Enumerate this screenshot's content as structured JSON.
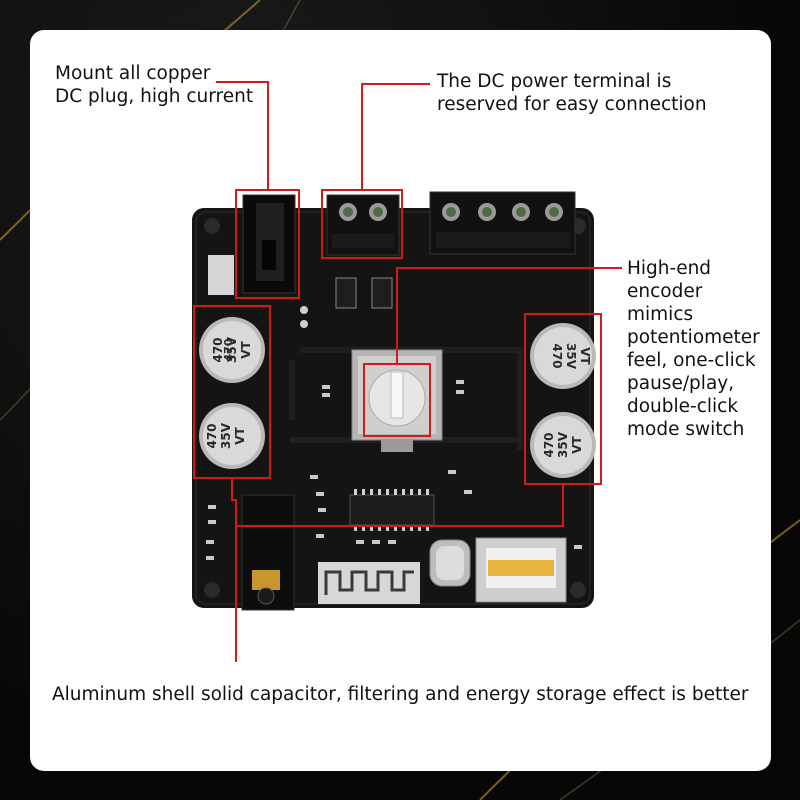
{
  "labels": {
    "copper_plug": "Mount all copper\nDC plug, high current",
    "dc_terminal": "The DC power terminal is\nreserved for easy connection",
    "encoder": "High-end\nencoder\nmimics\npotentiometer\nfeel, one-click\npause/play,\ndouble-click\nmode switch",
    "capacitor": "Aluminum shell solid capacitor, filtering and energy storage effect is better"
  },
  "capacitor_marking": {
    "value": "470",
    "voltage": "35V",
    "series": "VT"
  },
  "colors": {
    "highlight_box": "#d21a1a",
    "leader_line": "#d21a1a",
    "pcb": "#141414",
    "background": "#0b0b0b",
    "card": "#ffffff",
    "accent_swoosh": "#c8962e"
  }
}
